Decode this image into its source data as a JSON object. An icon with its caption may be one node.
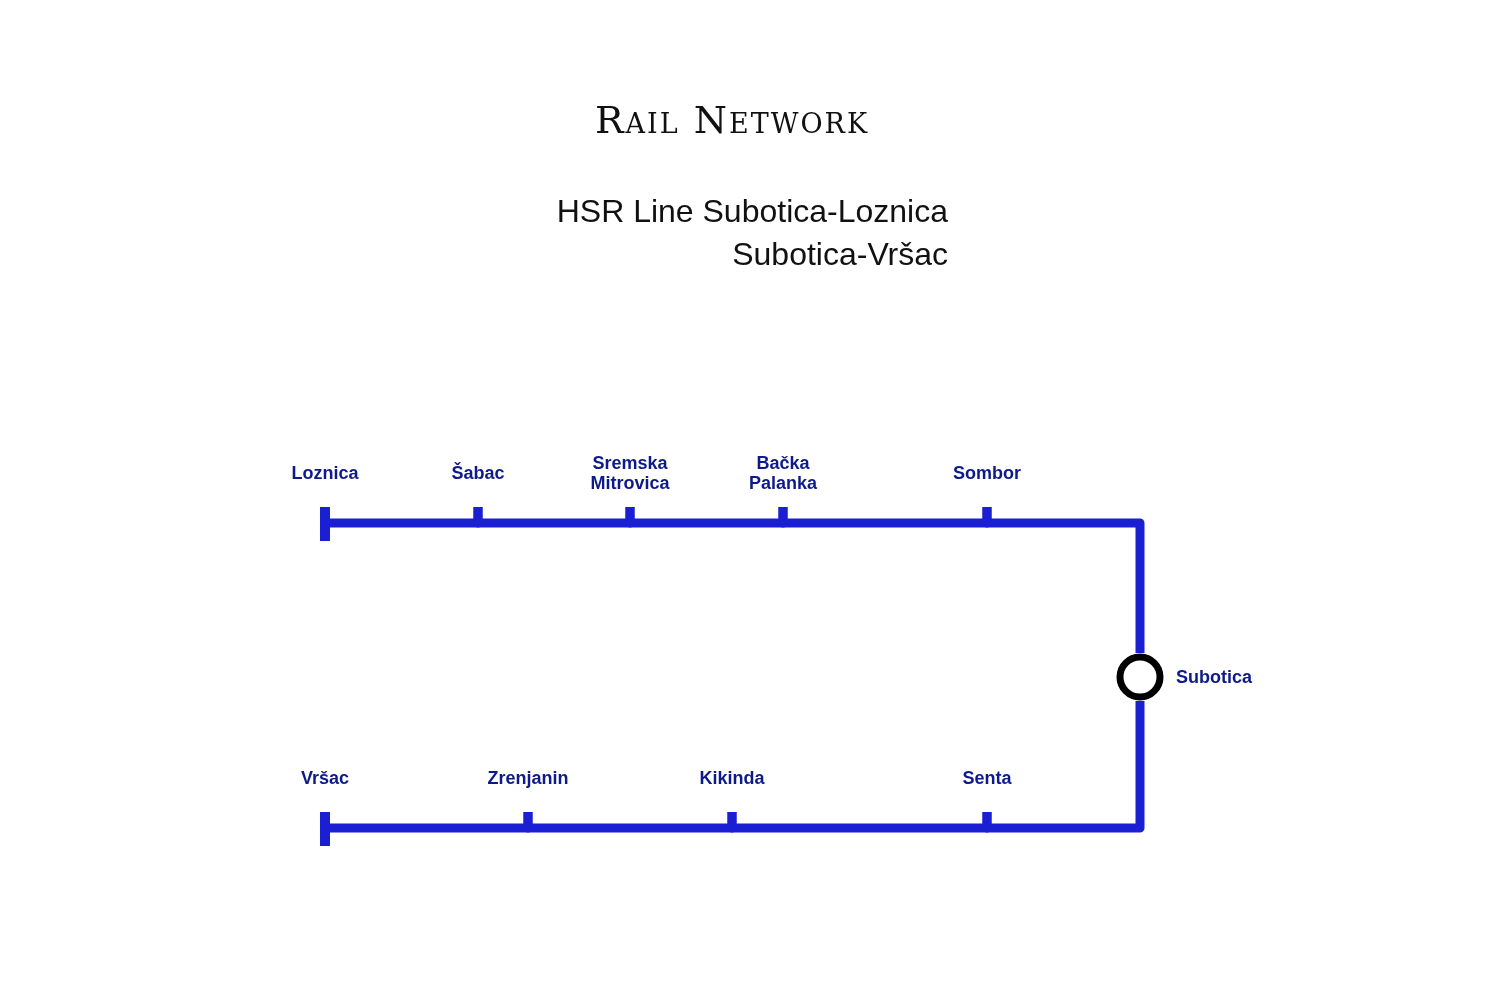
{
  "diagram": {
    "title": "Rail Network",
    "nodes": [
      {
        "text": [
          "Loznica"
        ]
      },
      {
        "text": [
          "Šabac"
        ]
      },
      {
        "text": [
          "Sremska Mitrovica"
        ]
      },
      {
        "text": [
          "Bačka Palanka"
        ]
      },
      {
        "text": [
          "Sombor"
        ]
      },
      {
        "text": [
          "Subotica"
        ]
      },
      {
        "text": [
          "Vršac"
        ]
      },
      {
        "text": [
          "Zrenjanin"
        ]
      },
      {
        "text": [
          "Kikinda"
        ]
      },
      {
        "text": [
          "Senta"
        ]
      }
    ],
    "edges": [
      {
        "from": 0,
        "to": 1,
        "arrow": "other"
      },
      {
        "from": 1,
        "to": 2,
        "arrow": "none"
      },
      {
        "from": 2,
        "to": 3,
        "arrow": "none"
      },
      {
        "from": 3,
        "to": 4,
        "arrow": "none"
      },
      {
        "from": 4,
        "to": 5,
        "arrow": "none"
      },
      {
        "from": 5,
        "to": 9,
        "arrow": "none"
      },
      {
        "from": 9,
        "to": 8,
        "arrow": "none"
      },
      {
        "from": 8,
        "to": 7,
        "arrow": "none"
      },
      {
        "from": 7,
        "to": 6,
        "arrow": "other"
      }
    ],
    "labels": [
      "HSR Line Subotica-Loznica Subotica-Vršac"
    ]
  }
}
